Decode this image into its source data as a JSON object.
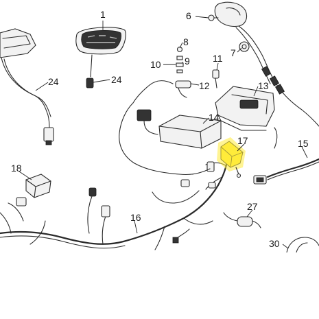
{
  "diagram": {
    "highlight_color": "#ffeb3b",
    "line_color": "#2a2a2a",
    "callouts": [
      {
        "id": "c1",
        "label": "1"
      },
      {
        "id": "c6",
        "label": "6"
      },
      {
        "id": "c7",
        "label": "7"
      },
      {
        "id": "c8",
        "label": "8"
      },
      {
        "id": "c9",
        "label": "9"
      },
      {
        "id": "c10",
        "label": "10"
      },
      {
        "id": "c11",
        "label": "11"
      },
      {
        "id": "c12",
        "label": "12"
      },
      {
        "id": "c13",
        "label": "13"
      },
      {
        "id": "c14",
        "label": "14"
      },
      {
        "id": "c15",
        "label": "15"
      },
      {
        "id": "c16",
        "label": "16"
      },
      {
        "id": "c17",
        "label": "17"
      },
      {
        "id": "c18",
        "label": "18"
      },
      {
        "id": "c24a",
        "label": "24"
      },
      {
        "id": "c24b",
        "label": "24"
      },
      {
        "id": "c27",
        "label": "27"
      },
      {
        "id": "c30",
        "label": "30"
      }
    ]
  }
}
